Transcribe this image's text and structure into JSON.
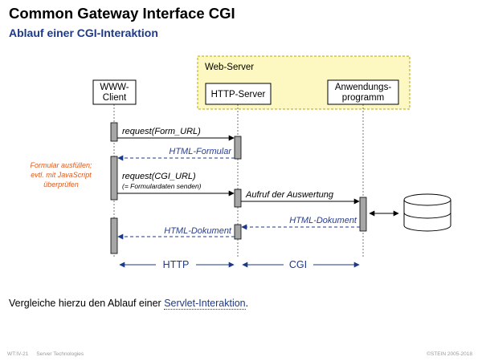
{
  "title": "Common Gateway Interface CGI",
  "subtitle": "Ablauf einer CGI-Interaktion",
  "diagram": {
    "webserver_label": "Web-Server",
    "client_label_line1": "WWW-",
    "client_label_line2": "Client",
    "httpserver_label": "HTTP-Server",
    "app_label_line1": "Anwendungs-",
    "app_label_line2": "programm",
    "msg_request_form": "request(Form_URL)",
    "msg_html_formular": "HTML-Formular",
    "note_line1": "Formular ausfüllen;",
    "note_line2": "evtl. mit JavaScript",
    "note_line3": "überprüfen",
    "msg_request_cgi": "request(CGI_URL)",
    "msg_request_cgi_sub": "(= Formulardaten senden)",
    "msg_aufruf": "Aufruf der Auswertung",
    "msg_html_dokument_app": "HTML-Dokument",
    "msg_html_dokument_client": "HTML-Dokument",
    "proto_http": "HTTP",
    "proto_cgi": "CGI",
    "colors": {
      "webserver_fill": "#fdf8c2",
      "webserver_border": "#b8a600",
      "activation": "#a6a6a6",
      "note": "#e05a1c",
      "blue": "#1d3a8a"
    }
  },
  "bottom": {
    "text_before": "Vergleiche hierzu den Ablauf einer ",
    "link": "Servlet-Interaktion",
    "text_after": "."
  },
  "footer": {
    "slide_id": "WT:IV-21",
    "topic": "Server Technologies",
    "copyright": "©STEIN 2005-2018"
  }
}
